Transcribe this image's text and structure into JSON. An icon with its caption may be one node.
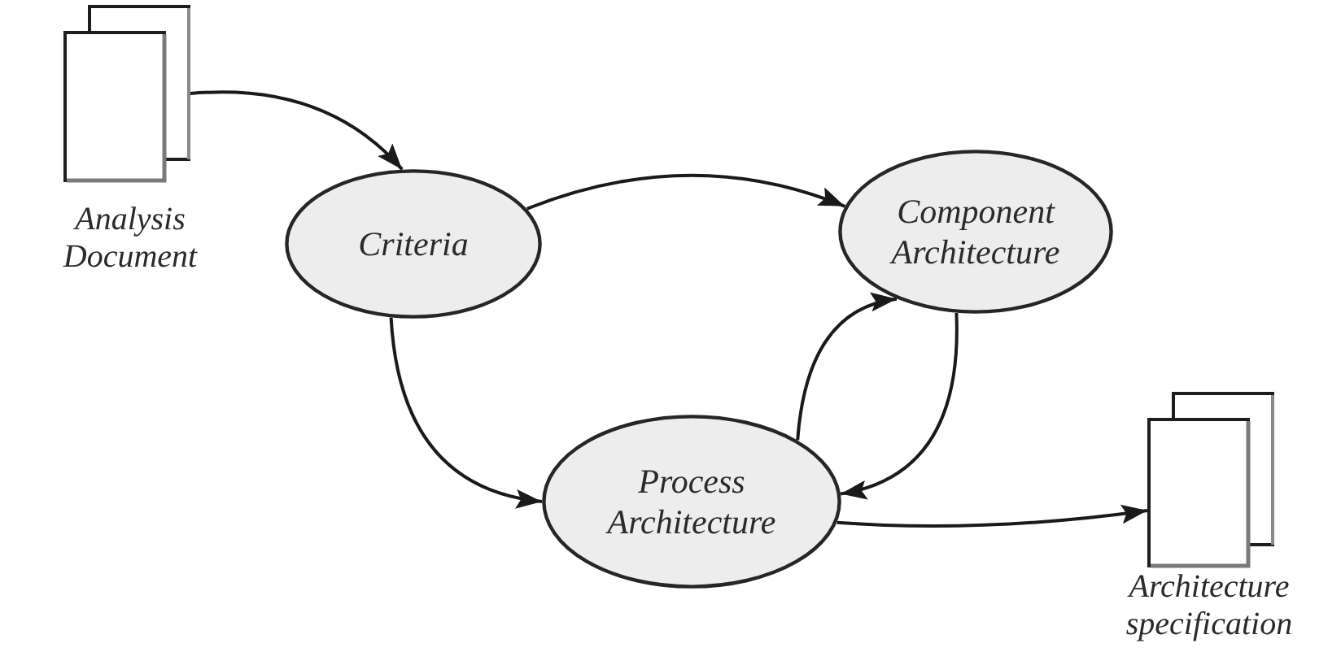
{
  "diagram": {
    "nodes": [
      {
        "text": [],
        "shape": "document",
        "beside": [
          "Analysis Document"
        ]
      },
      {
        "text": [
          "Criteria"
        ]
      },
      {
        "text": [
          "Component Architecture"
        ]
      },
      {
        "text": [
          "Process Architecture"
        ]
      },
      {
        "text": [],
        "shape": "document",
        "beside": [
          "Architecture specification"
        ]
      }
    ],
    "edges": [
      {
        "from": 0,
        "to": 1,
        "arrow": "to"
      },
      {
        "from": 1,
        "to": 2,
        "arrow": "to"
      },
      {
        "from": 1,
        "to": 3,
        "arrow": "to"
      },
      {
        "from": 3,
        "to": 2,
        "arrow": "to"
      },
      {
        "from": 2,
        "to": 3,
        "arrow": "to"
      },
      {
        "from": 3,
        "to": 4,
        "arrow": "to"
      }
    ]
  }
}
